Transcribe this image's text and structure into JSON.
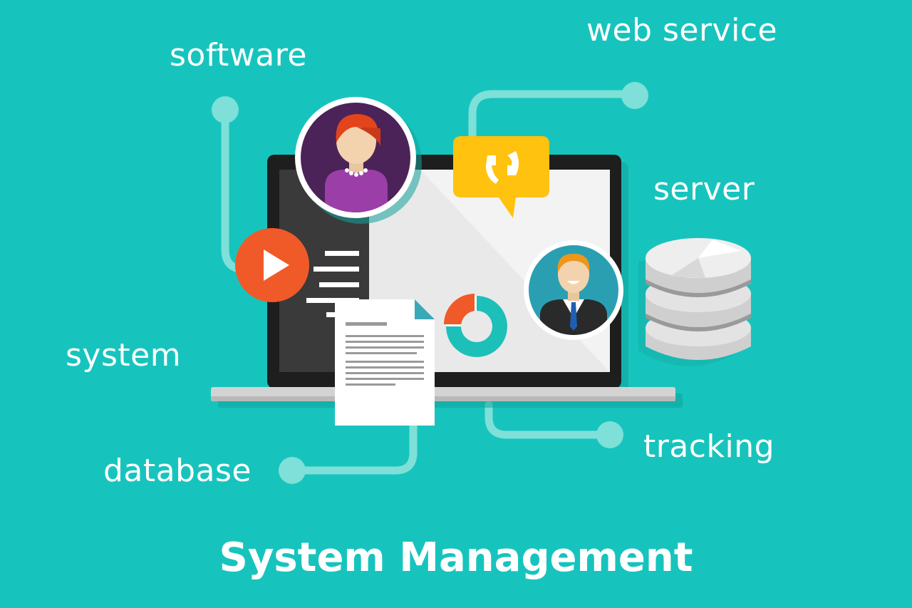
{
  "labels": {
    "software": "software",
    "web_service": "web service",
    "server": "server",
    "system": "system",
    "database": "database",
    "tracking": "tracking"
  },
  "title": "System Management",
  "icons": {
    "play": "play-icon",
    "chat": "speech-bubble-icon",
    "pie": "pie-chart-icon",
    "server": "database-stack-icon",
    "woman": "woman-avatar-icon",
    "man": "man-avatar-icon",
    "document": "document-icon"
  },
  "colors": {
    "background": "#17c4bd",
    "connector": "#7ee0d8",
    "laptop_frame": "#1e1e1e",
    "screen": "#e9e9e9",
    "play": "#f05a28",
    "bubble": "#ffc20e",
    "woman_bg": "#4b2358",
    "man_bg": "#2b9fb2",
    "pie_accent": "#f05a28",
    "pie_main": "#1cc0b8"
  }
}
